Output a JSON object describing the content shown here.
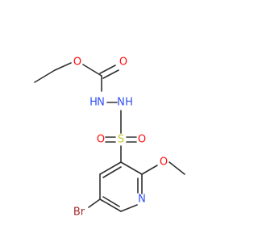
{
  "molecule": {
    "colors": {
      "bond": "#303030",
      "oxygen": "#ff0d0d",
      "nitrogen": "#3050f8",
      "sulfur": "#c6c62c",
      "bromine": "#a62929"
    },
    "labels": {
      "ester_o": "O",
      "carbonyl_o": "O",
      "nh_left": "N",
      "h_left": "H",
      "nh_right": "N",
      "h_right": "H",
      "sulfur": "S",
      "sulfonyl_o_left": "O",
      "sulfonyl_o_right": "O",
      "methoxy_o": "O",
      "pyridine_n": "N",
      "bromine": "Br"
    }
  }
}
